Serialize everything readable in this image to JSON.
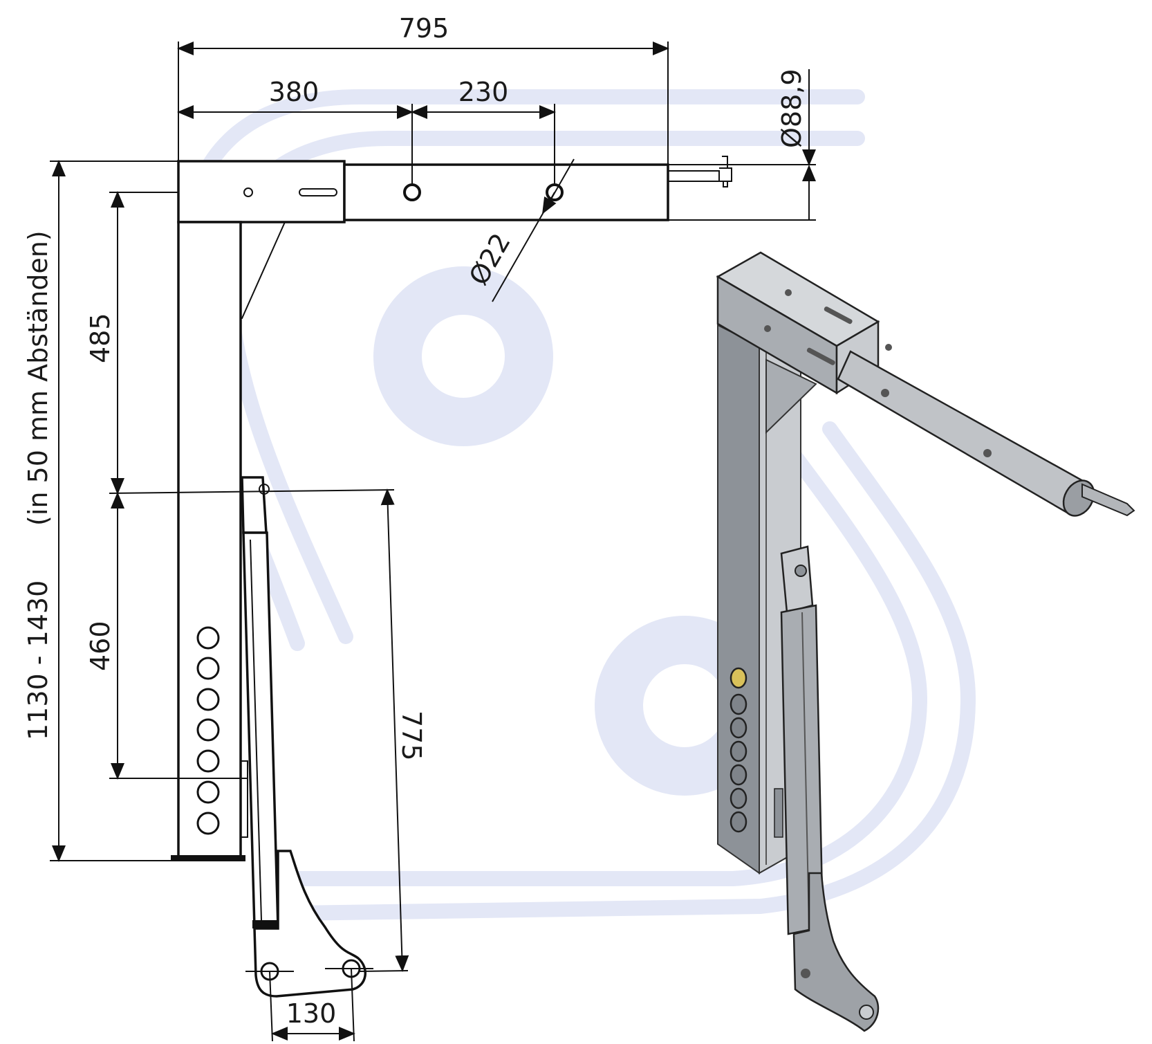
{
  "dimensions": {
    "total_width": "795",
    "segment_1": "380",
    "segment_2": "230",
    "tube_diameter": "Ø88,9",
    "hole_diameter": "Ø22",
    "upper_height": "485",
    "lower_height": "460",
    "total_height": "1130 - 1430",
    "height_note": "(in 50 mm Abständen)",
    "leg_length": "775",
    "foot_spacing": "130"
  },
  "colors": {
    "line": "#111111",
    "watermark": "#e3e7f6",
    "steel_light": "#c9ccd0",
    "steel_mid": "#a9adb2",
    "steel_dark": "#7f848a",
    "yellow": "#d9c15a"
  }
}
